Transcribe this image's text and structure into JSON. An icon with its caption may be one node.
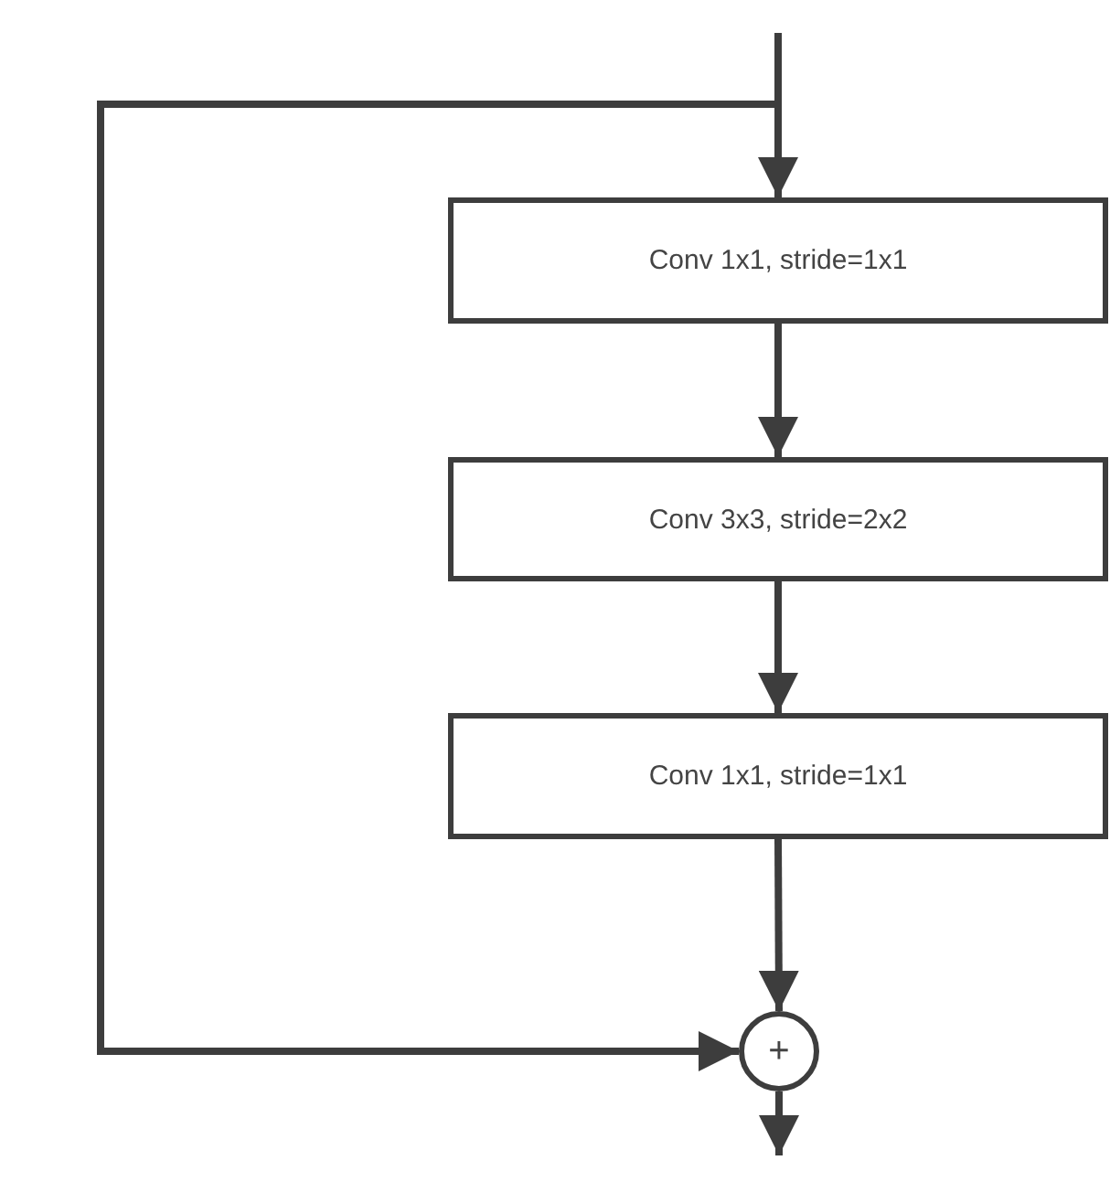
{
  "diagram": {
    "nodes": [
      {
        "text": [
          "Conv 1x1, stride=1x1"
        ]
      },
      {
        "text": [
          "Conv 3x3, stride=2x2"
        ]
      },
      {
        "text": [
          "Conv 1x1, stride=1x1"
        ]
      },
      {
        "text": [
          "+"
        ]
      }
    ],
    "edges": [
      {
        "from": null,
        "to": 0,
        "arrow": "to"
      },
      {
        "from": null,
        "to": 3,
        "arrow": "to"
      },
      {
        "from": 0,
        "to": 1,
        "arrow": "to"
      },
      {
        "from": 1,
        "to": 2,
        "arrow": "to"
      },
      {
        "from": 2,
        "to": 3,
        "arrow": "to"
      },
      {
        "from": 3,
        "to": null,
        "arrow": "to"
      }
    ]
  }
}
